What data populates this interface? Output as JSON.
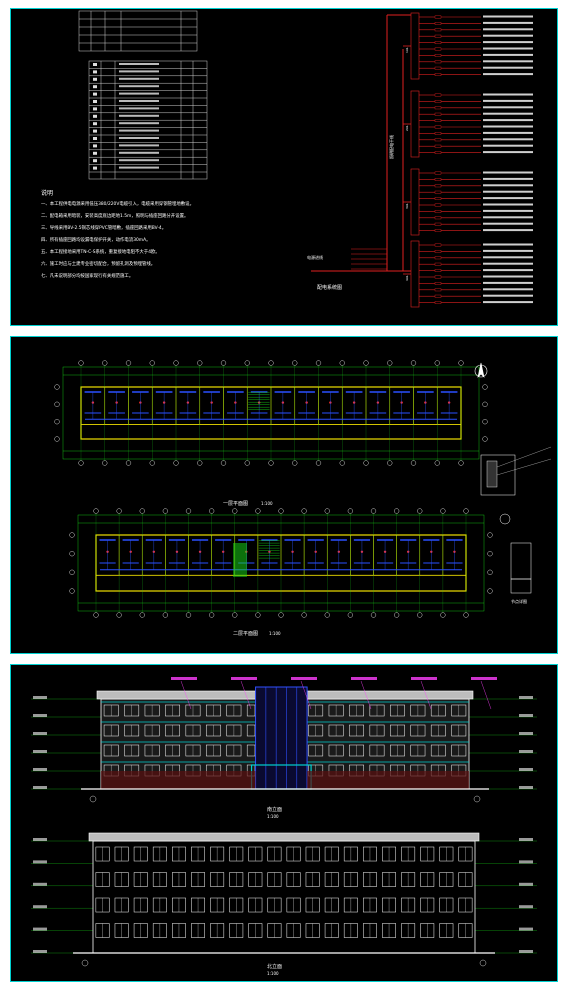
{
  "sheet1": {
    "notes_heading": "说明",
    "notes": [
      "一、本工程供电电源采用低压380/220V电缆引入，电缆采用穿钢管埋地敷设。",
      "二、配电箱采用暗装，安装高度底边距地1.5m，照明与插座回路分开设置。",
      "三、导线采用BV-2.5铜芯线穿PVC管暗敷，插座回路采用BV-4。",
      "四、所有插座回路均设漏电保护开关，动作电流30mA。",
      "五、本工程接地采用TN-C-S系统，重复接地电阻不大于4欧。",
      "六、施工时应与土建专业密切配合，预留孔洞及预埋管线。",
      "七、凡未说明部分均按国家现行有关规范施工。"
    ],
    "riser_title": "配电系统图",
    "riser_input": "电源进线",
    "riser_bus": "照明配电干线",
    "panels": [
      "1AL",
      "2AL",
      "3AL",
      "4AL"
    ]
  },
  "sheet2": {
    "plan1_title": "一层平面图",
    "plan2_title": "二层平面图",
    "scale": "1:100",
    "detail_label": "节点详图"
  },
  "sheet3": {
    "elev1_title": "南立面",
    "elev2_title": "北立面",
    "scale": "1:100"
  }
}
